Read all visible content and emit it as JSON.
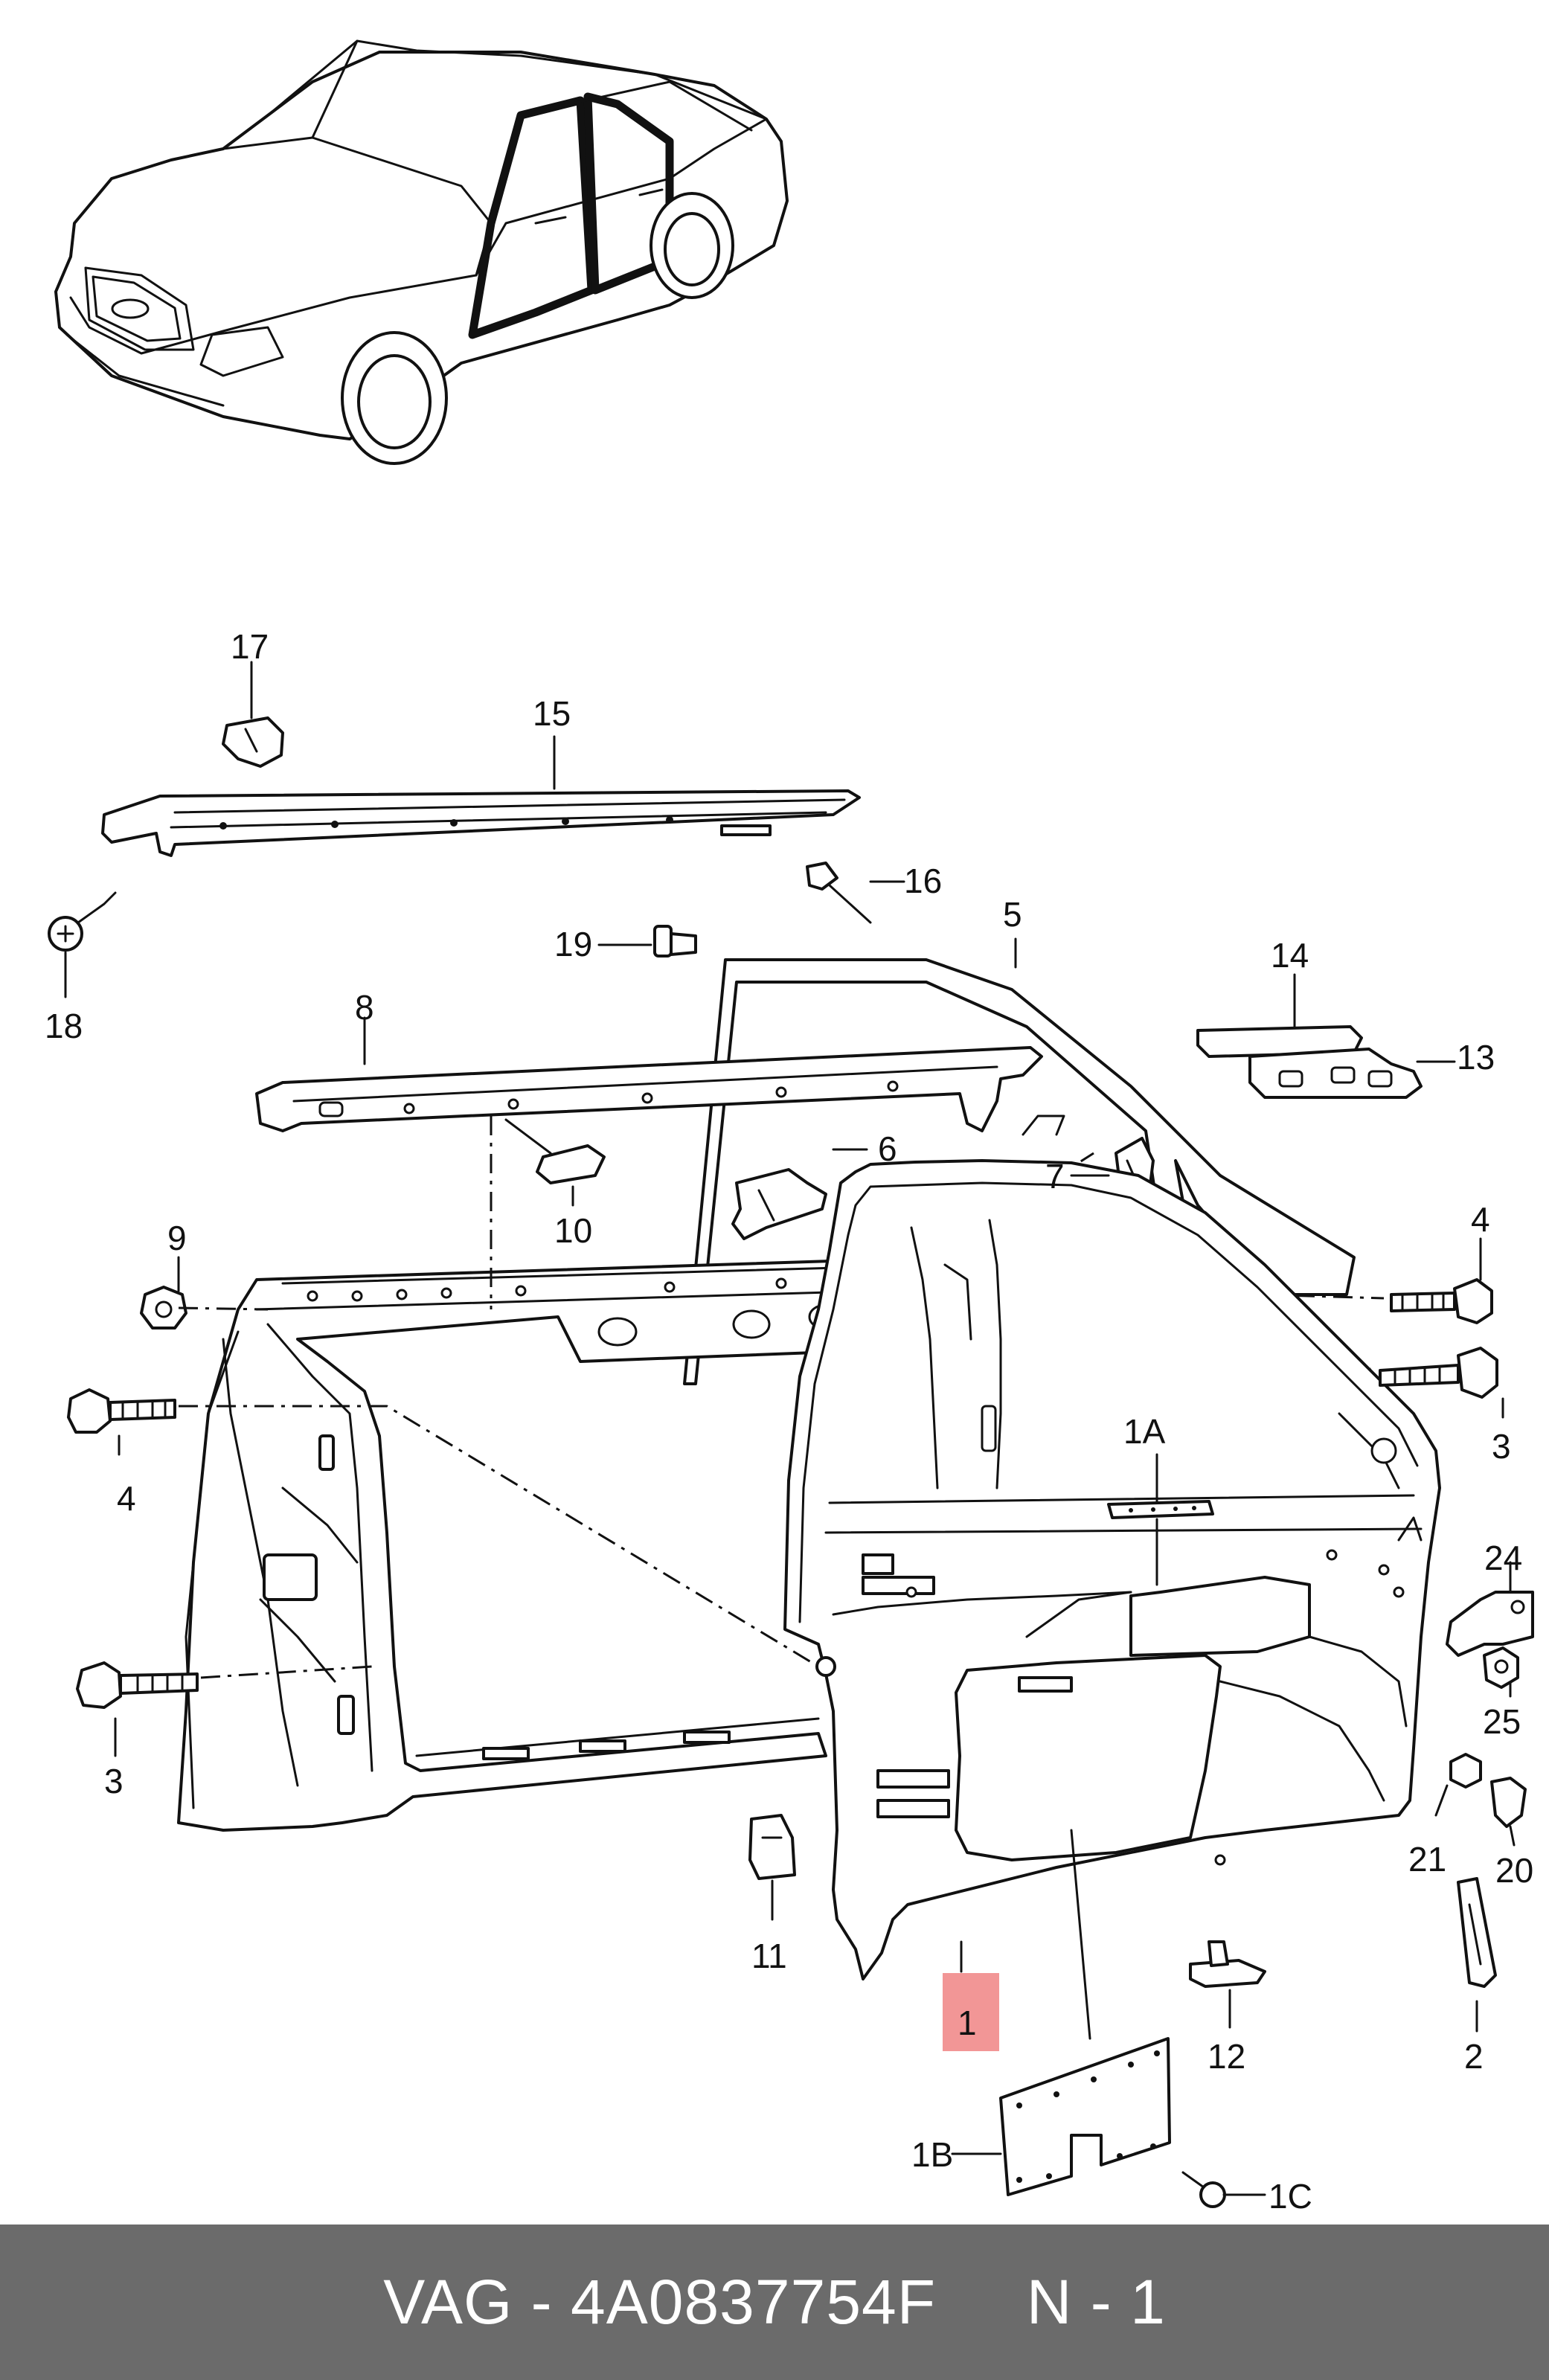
{
  "footer": {
    "caption": "VAG - 4A0837754F     N - 1"
  },
  "highlight": {
    "label": "1",
    "color": "#f18b8b"
  },
  "callouts": {
    "c17": "17",
    "c15": "15",
    "c16": "16",
    "c18": "18",
    "c19": "19",
    "c5": "5",
    "c14": "14",
    "c8": "8",
    "c13": "13",
    "c6": "6",
    "c10": "10",
    "c7": "7",
    "c9": "9",
    "c4_right": "4",
    "c4_left": "4",
    "c3_right": "3",
    "c3_left": "3",
    "c1A": "1A",
    "c24": "24",
    "c25": "25",
    "c21": "21",
    "c20": "20",
    "c11": "11",
    "c12": "12",
    "c2": "2",
    "c1": "1",
    "c1B": "1B",
    "c1C": "1C"
  }
}
